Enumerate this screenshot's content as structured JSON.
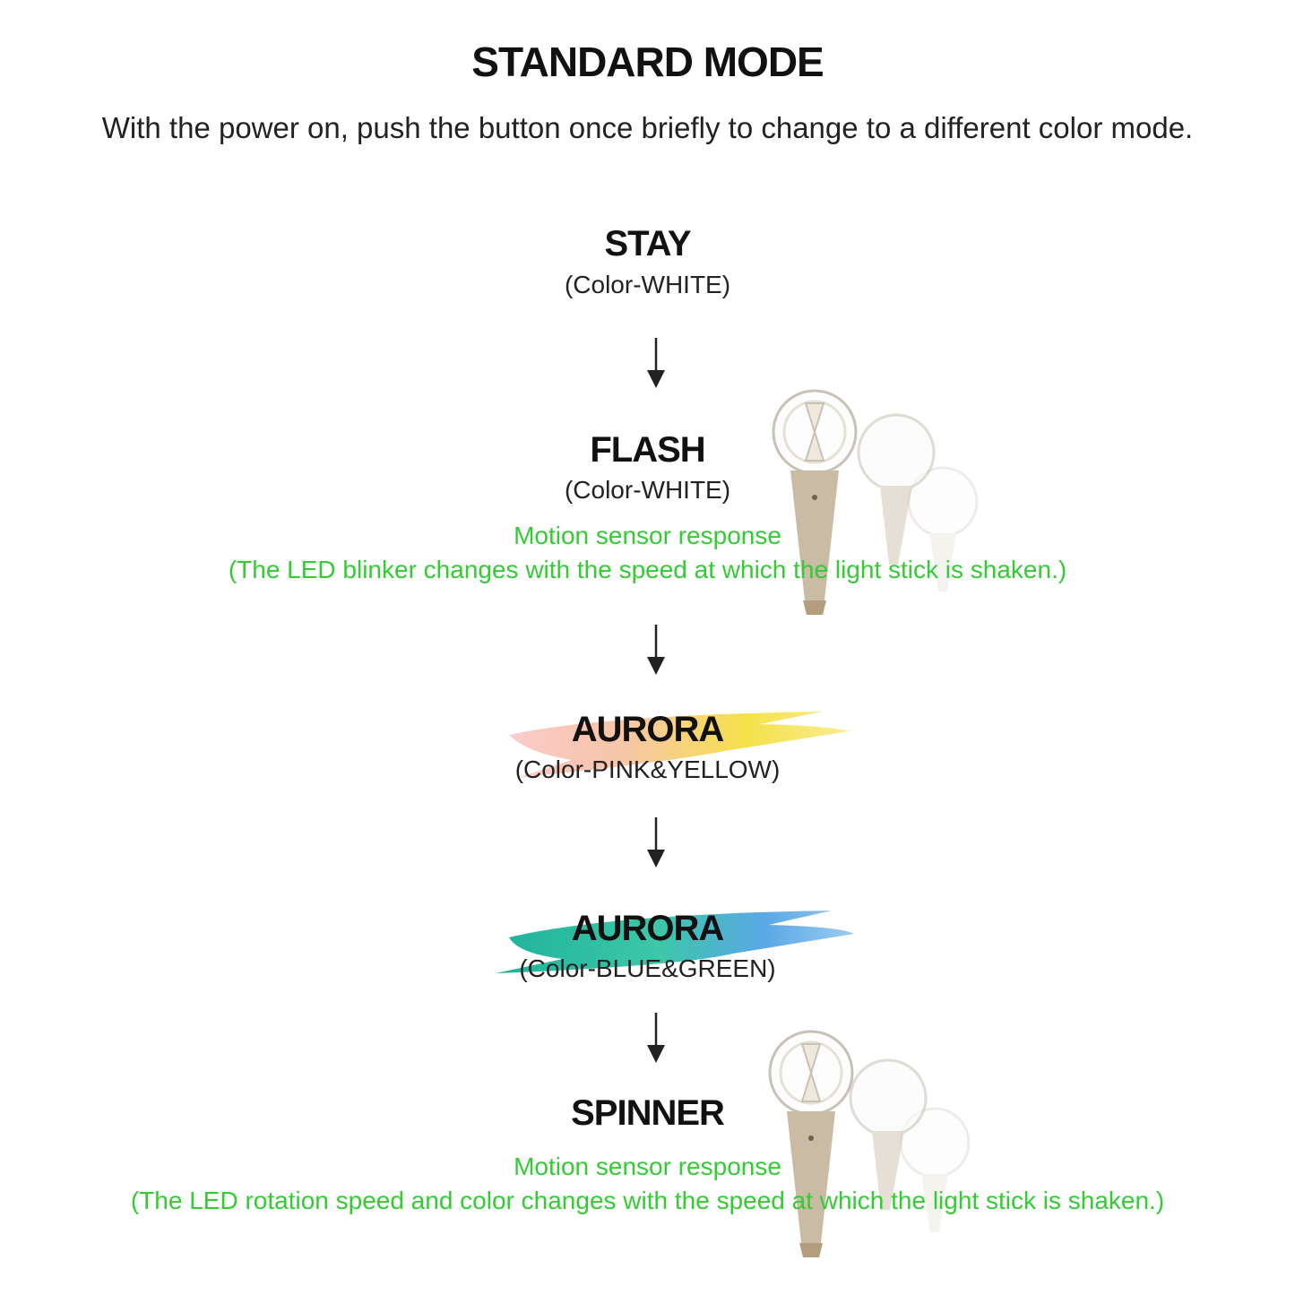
{
  "title": "STANDARD MODE",
  "intro": "With the power on, push the button once briefly to change to a different color mode.",
  "modes": [
    {
      "name": "STAY",
      "color": "(Color-WHITE)"
    },
    {
      "name": "FLASH",
      "color": "(Color-WHITE)",
      "sensor": "Motion sensor response",
      "note": "(The LED blinker changes with the speed at which the light stick is shaken.)"
    },
    {
      "name": "AURORA",
      "color": "(Color-PINK&YELLOW)",
      "brush_colors": [
        "#f7a6a0",
        "#f5e14a"
      ]
    },
    {
      "name": "AURORA",
      "color": "(Color-BLUE&GREEN)",
      "brush_colors": [
        "#3cc7a8",
        "#5aa8e6"
      ]
    },
    {
      "name": "SPINNER",
      "sensor": "Motion sensor response",
      "note": "(The LED rotation speed and color changes with the speed at which the light stick is shaken.)"
    }
  ],
  "colors": {
    "green_text": "#33cc33",
    "arrow": "#222222"
  }
}
